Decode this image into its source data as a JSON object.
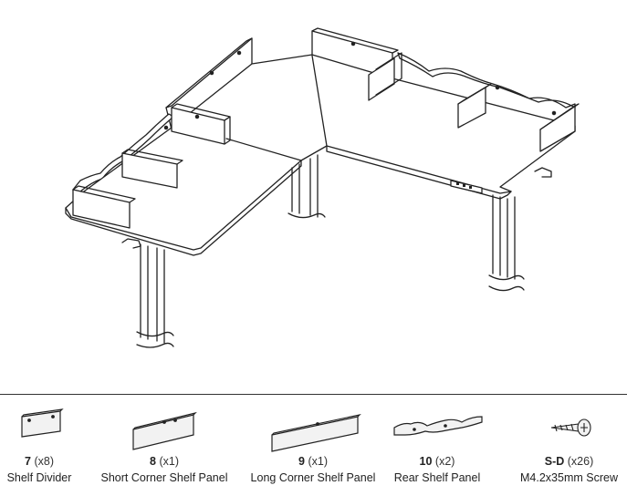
{
  "colors": {
    "stroke": "#222222",
    "panel_fill": "#f2f2f2",
    "leg_fill": "#ffffff"
  },
  "parts": [
    {
      "number": "7",
      "qty": "(x8)",
      "name": "Shelf Divider",
      "icon": "shelf-divider-icon"
    },
    {
      "number": "8",
      "qty": "(x1)",
      "name": "Short Corner Shelf Panel",
      "icon": "short-corner-shelf-panel-icon"
    },
    {
      "number": "9",
      "qty": "(x1)",
      "name": "Long Corner Shelf Panel",
      "icon": "long-corner-shelf-panel-icon"
    },
    {
      "number": "10",
      "qty": "(x2)",
      "name": "Rear Shelf Panel",
      "icon": "rear-shelf-panel-icon"
    },
    {
      "number": "S-D",
      "qty": "(x26)",
      "name": "M4.2x35mm Screw",
      "icon": "screw-icon"
    }
  ]
}
